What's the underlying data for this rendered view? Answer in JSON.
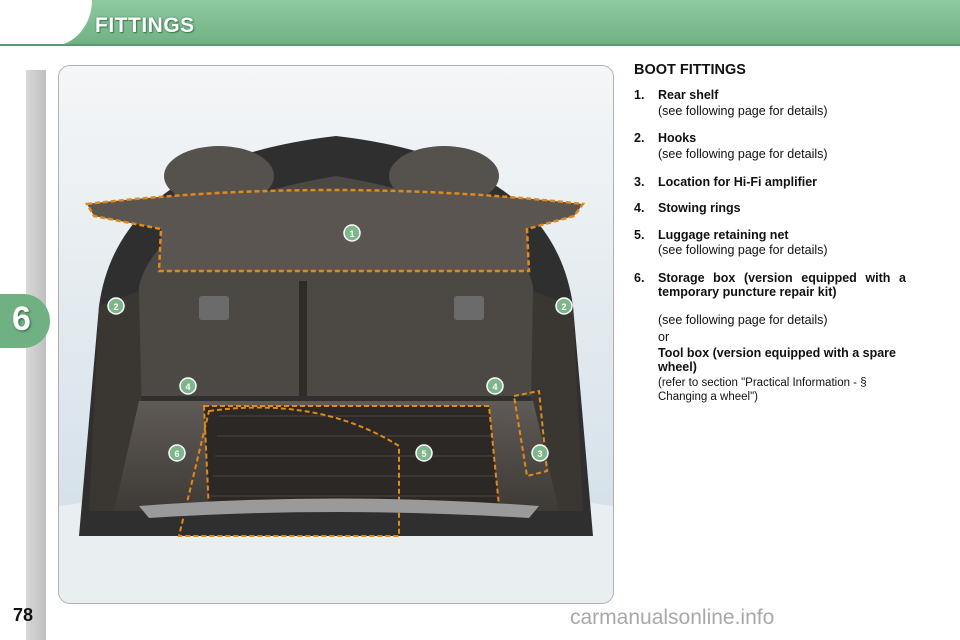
{
  "header": {
    "title": "FITTINGS"
  },
  "chapter": {
    "number": "6"
  },
  "page": {
    "number": "78"
  },
  "section": {
    "heading": "BOOT FITTINGS"
  },
  "items": [
    {
      "num": "1.",
      "title": "Rear shelf",
      "note": "(see following page for details)"
    },
    {
      "num": "2.",
      "title": "Hooks",
      "note": "(see following page for details)"
    },
    {
      "num": "3.",
      "title": "Location for Hi-Fi amplifier"
    },
    {
      "num": "4.",
      "title": "Stowing rings"
    },
    {
      "num": "5.",
      "title": "Luggage retaining net",
      "note": "(see following page for details)"
    },
    {
      "num": "6.",
      "title": "Storage box (version equipped with a temporary puncture repair kit)",
      "note": "(see following page for details)",
      "or": "or",
      "alt_title": "Tool box (version equipped with a spare wheel)",
      "alt_note": "(refer to section \"Practical Information - § Changing a wheel\")"
    }
  ],
  "figure": {
    "callouts": [
      "1",
      "2",
      "2",
      "3",
      "4",
      "4",
      "5",
      "6"
    ]
  },
  "watermark": "carmanualsonline.info",
  "colors": {
    "accent": "#6fb183",
    "callout_fill": "#7db68a",
    "highlight": "#e08a1e"
  }
}
